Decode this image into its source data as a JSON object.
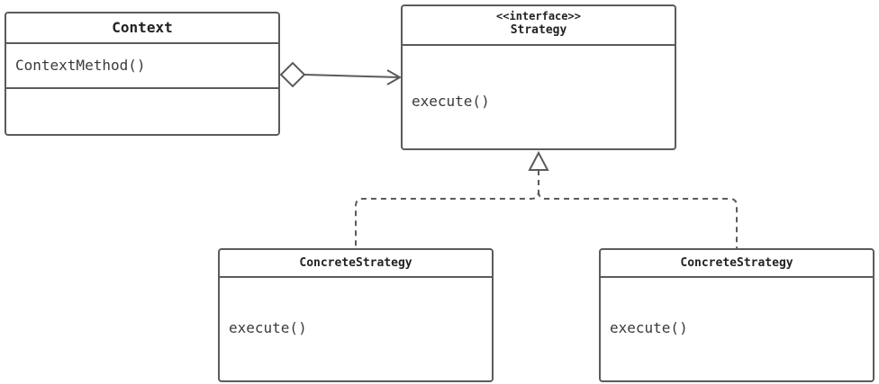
{
  "context_class": {
    "name": "Context",
    "methods": [
      "ContextMethod()"
    ]
  },
  "strategy_interface": {
    "stereotype": "<<interface>>",
    "name": "Strategy",
    "methods": [
      "execute()"
    ]
  },
  "concrete_strategies": [
    {
      "name": "ConcreteStrategy",
      "methods": [
        "execute()"
      ]
    },
    {
      "name": "ConcreteStrategy",
      "methods": [
        "execute()"
      ]
    }
  ],
  "colors": {
    "stroke": "#5b5b5b",
    "text": "#222222"
  }
}
